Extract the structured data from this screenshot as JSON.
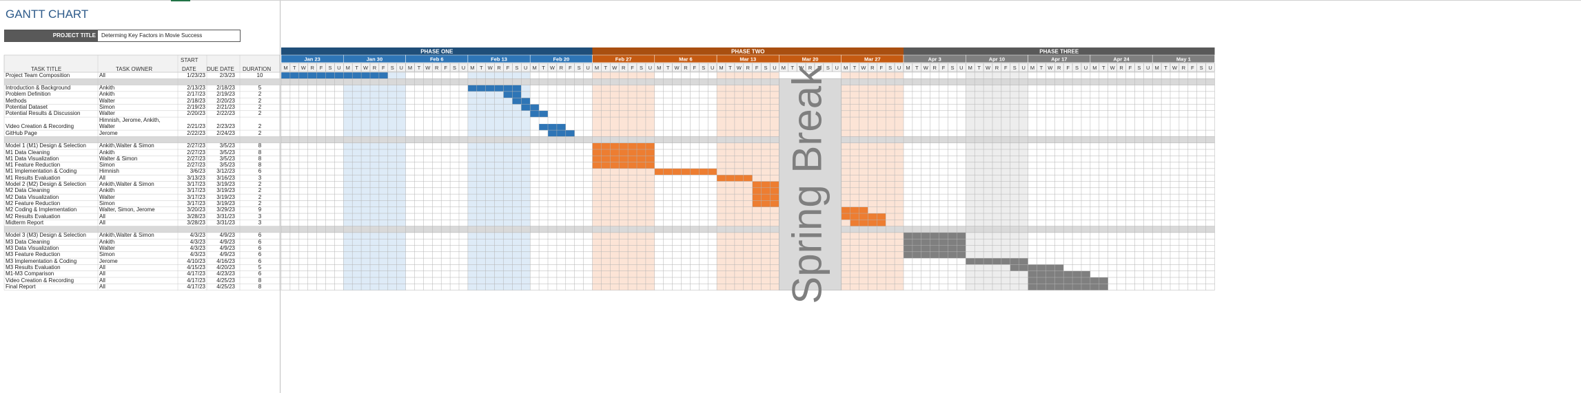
{
  "title": "GANTT CHART",
  "project_title_label": "PROJECT TITLE",
  "project_title": "Determing Key Factors in Movie Success",
  "columns": {
    "task_title": "TASK TITLE",
    "task_owner": "TASK OWNER",
    "start_date_line1": "START",
    "start_date_line2": "DATE",
    "due_date": "DUE DATE",
    "duration": "DURATION"
  },
  "phases": [
    {
      "label": "PHASE ONE",
      "color": "#1f4e79"
    },
    {
      "label": "PHASE TWO",
      "color": "#a94f10"
    },
    {
      "label": "PHASE THREE",
      "color": "#595959"
    }
  ],
  "weeks": [
    "Jan 23",
    "Jan 30",
    "Feb 6",
    "Feb 13",
    "Feb 20",
    "Feb 27",
    "Mar 6",
    "Mar 13",
    "Mar 20",
    "Mar 27",
    "Apr 3",
    "Apr 10",
    "Apr 17",
    "Apr 24",
    "May 1"
  ],
  "day_letters": [
    "M",
    "T",
    "W",
    "R",
    "F",
    "S",
    "U"
  ],
  "spring_break": "Spring Break",
  "rows": [
    {
      "type": "task",
      "title": "Project Team Composition",
      "owner": "All",
      "start": "1/23/23",
      "due": "2/3/23",
      "duration": "10",
      "bar_start": 0,
      "bar_len": 12,
      "bar_color": "#2e75b6"
    },
    {
      "type": "section",
      "title": "Project Proposal"
    },
    {
      "type": "task",
      "title": "Introduction & Background",
      "owner": "Ankith",
      "start": "2/13/23",
      "due": "2/18/23",
      "duration": "5",
      "bar_start": 21,
      "bar_len": 6,
      "bar_color": "#2e75b6"
    },
    {
      "type": "task",
      "title": "Problem Definition",
      "owner": "Ankith",
      "start": "2/17/23",
      "due": "2/19/23",
      "duration": "2",
      "bar_start": 25,
      "bar_len": 2,
      "bar_color": "#2e75b6"
    },
    {
      "type": "task",
      "title": "Methods",
      "owner": "Walter",
      "start": "2/18/23",
      "due": "2/20/23",
      "duration": "2",
      "bar_start": 26,
      "bar_len": 2,
      "bar_color": "#2e75b6"
    },
    {
      "type": "task",
      "title": "Potential Dataset",
      "owner": "Simon",
      "start": "2/19/23",
      "due": "2/21/23",
      "duration": "2",
      "bar_start": 27,
      "bar_len": 2,
      "bar_color": "#2e75b6"
    },
    {
      "type": "task",
      "title": "Potential Results & Discussion",
      "owner": "Walter",
      "start": "2/20/23",
      "due": "2/22/23",
      "duration": "2",
      "bar_start": 28,
      "bar_len": 2,
      "bar_color": "#2e75b6"
    },
    {
      "type": "task",
      "title": "Video Creation & Recording",
      "owner": "Himnish, Jerome, Ankith,",
      "owner2": "Walter",
      "start": "2/21/23",
      "due": "2/23/23",
      "duration": "2",
      "bar_start": 29,
      "bar_len": 3,
      "bar_color": "#2e75b6",
      "tall": true
    },
    {
      "type": "task",
      "title": "GitHub Page",
      "owner": "Jerome",
      "start": "2/22/23",
      "due": "2/24/23",
      "duration": "2",
      "bar_start": 30,
      "bar_len": 3,
      "bar_color": "#2e75b6"
    },
    {
      "type": "section",
      "title": "Midterm Report"
    },
    {
      "type": "task",
      "title": "Model 1 (M1) Design & Selection",
      "owner": "Ankith,Walter & Simon",
      "start": "2/27/23",
      "due": "3/5/23",
      "duration": "8",
      "bar_start": 35,
      "bar_len": 7,
      "bar_color": "#ed7d31"
    },
    {
      "type": "task",
      "title": "M1 Data Cleaning",
      "owner": "Ankith",
      "start": "2/27/23",
      "due": "3/5/23",
      "duration": "8",
      "bar_start": 35,
      "bar_len": 7,
      "bar_color": "#ed7d31"
    },
    {
      "type": "task",
      "title": "M1 Data Visualization",
      "owner": "Walter & Simon",
      "start": "2/27/23",
      "due": "3/5/23",
      "duration": "8",
      "bar_start": 35,
      "bar_len": 7,
      "bar_color": "#ed7d31"
    },
    {
      "type": "task",
      "title": "M1 Feature Reduction",
      "owner": "Simon",
      "start": "2/27/23",
      "due": "3/5/23",
      "duration": "8",
      "bar_start": 35,
      "bar_len": 7,
      "bar_color": "#ed7d31"
    },
    {
      "type": "task",
      "title": "M1 Implementation & Coding",
      "owner": "Himnish",
      "start": "3/6/23",
      "due": "3/12/23",
      "duration": "6",
      "bar_start": 42,
      "bar_len": 7,
      "bar_color": "#ed7d31"
    },
    {
      "type": "task",
      "title": "M1 Results Evaluation",
      "owner": "All",
      "start": "3/13/23",
      "due": "3/16/23",
      "duration": "3",
      "bar_start": 49,
      "bar_len": 4,
      "bar_color": "#ed7d31"
    },
    {
      "type": "task",
      "title": "Model 2 (M2) Design & Selection",
      "owner": "Ankith,Walter & Simon",
      "start": "3/17/23",
      "due": "3/19/23",
      "duration": "2",
      "bar_start": 53,
      "bar_len": 3,
      "bar_color": "#ed7d31"
    },
    {
      "type": "task",
      "title": "M2 Data Cleaning",
      "owner": "Ankith",
      "start": "3/17/23",
      "due": "3/19/23",
      "duration": "2",
      "bar_start": 53,
      "bar_len": 3,
      "bar_color": "#ed7d31"
    },
    {
      "type": "task",
      "title": "M2 Data Visualization",
      "owner": "Walter",
      "start": "3/17/23",
      "due": "3/19/23",
      "duration": "2",
      "bar_start": 53,
      "bar_len": 3,
      "bar_color": "#ed7d31"
    },
    {
      "type": "task",
      "title": "M2 Feature Reduction",
      "owner": "Simon",
      "start": "3/17/23",
      "due": "3/19/23",
      "duration": "2",
      "bar_start": 53,
      "bar_len": 3,
      "bar_color": "#ed7d31"
    },
    {
      "type": "task",
      "title": "M2 Coding & Implementation",
      "owner": "Walter, Simon, Jerome",
      "start": "3/20/23",
      "due": "3/29/23",
      "duration": "9",
      "bar_start": 63,
      "bar_len": 3,
      "bar_color": "#ed7d31"
    },
    {
      "type": "task",
      "title": "M2 Results Evaluation",
      "owner": "All",
      "start": "3/28/23",
      "due": "3/31/23",
      "duration": "3",
      "bar_start": 63,
      "bar_len": 5,
      "bar_color": "#ed7d31"
    },
    {
      "type": "task",
      "title": "Midterm Report",
      "owner": "All",
      "start": "3/28/23",
      "due": "3/31/23",
      "duration": "3",
      "bar_start": 64,
      "bar_len": 4,
      "bar_color": "#ed7d31"
    },
    {
      "type": "section",
      "title": "Final Report"
    },
    {
      "type": "task",
      "title": "Model 3 (M3) Design & Selection",
      "owner": "Ankith,Walter & Simon",
      "start": "4/3/23",
      "due": "4/9/23",
      "duration": "6",
      "bar_start": 70,
      "bar_len": 7,
      "bar_color": "#7f7f7f"
    },
    {
      "type": "task",
      "title": "M3 Data Cleaning",
      "owner": "Ankith",
      "start": "4/3/23",
      "due": "4/9/23",
      "duration": "6",
      "bar_start": 70,
      "bar_len": 7,
      "bar_color": "#7f7f7f"
    },
    {
      "type": "task",
      "title": "M3 Data Visualization",
      "owner": "Walter",
      "start": "4/3/23",
      "due": "4/9/23",
      "duration": "6",
      "bar_start": 70,
      "bar_len": 7,
      "bar_color": "#7f7f7f"
    },
    {
      "type": "task",
      "title": "M3 Feature Reduction",
      "owner": "Simon",
      "start": "4/3/23",
      "due": "4/9/23",
      "duration": "6",
      "bar_start": 70,
      "bar_len": 7,
      "bar_color": "#7f7f7f"
    },
    {
      "type": "task",
      "title": "M3 Implementation & Coding",
      "owner": "Jerome",
      "start": "4/10/23",
      "due": "4/16/23",
      "duration": "6",
      "bar_start": 77,
      "bar_len": 7,
      "bar_color": "#7f7f7f"
    },
    {
      "type": "task",
      "title": "M3 Results Evaluation",
      "owner": "All",
      "start": "4/15/23",
      "due": "4/20/23",
      "duration": "5",
      "bar_start": 82,
      "bar_len": 6,
      "bar_color": "#7f7f7f"
    },
    {
      "type": "task",
      "title": "M1-M3 Comparison",
      "owner": "All",
      "start": "4/17/23",
      "due": "4/23/23",
      "duration": "6",
      "bar_start": 84,
      "bar_len": 7,
      "bar_color": "#7f7f7f"
    },
    {
      "type": "task",
      "title": "Video Creation & Recording",
      "owner": "All",
      "start": "4/17/23",
      "due": "4/25/23",
      "duration": "8",
      "bar_start": 84,
      "bar_len": 9,
      "bar_color": "#7f7f7f"
    },
    {
      "type": "task",
      "title": "Final Report",
      "owner": "All",
      "start": "4/17/23",
      "due": "4/25/23",
      "duration": "8",
      "bar_start": 84,
      "bar_len": 9,
      "bar_color": "#7f7f7f"
    }
  ]
}
